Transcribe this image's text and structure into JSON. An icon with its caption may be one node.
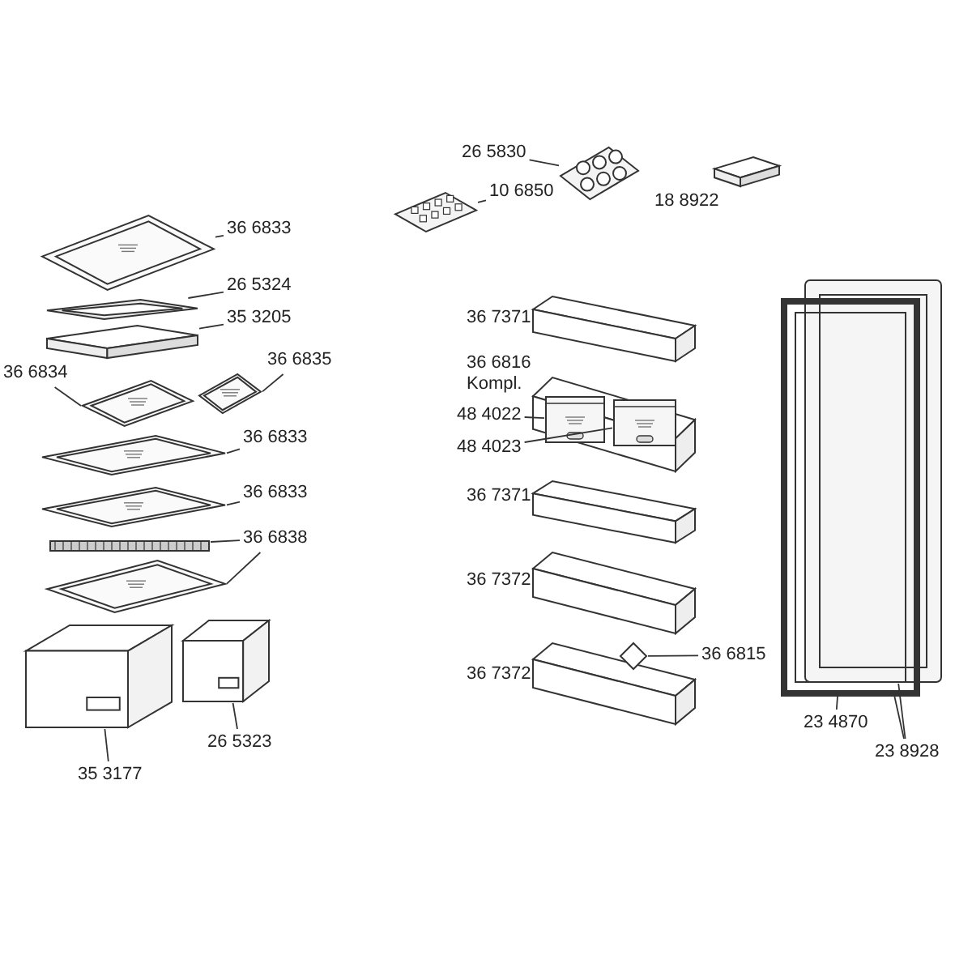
{
  "diagram": {
    "nodes": [
      {
        "text": [
          "36 6833"
        ]
      },
      {
        "text": [],
        "shape": "picture"
      },
      {
        "text": [
          "26 5324"
        ]
      },
      {
        "text": [],
        "shape": "picture"
      },
      {
        "text": [
          "35 3205"
        ]
      },
      {
        "text": [],
        "shape": "picture"
      },
      {
        "text": [
          "36 6834"
        ]
      },
      {
        "text": [],
        "shape": "picture"
      },
      {
        "text": [
          "36 6835"
        ]
      },
      {
        "text": [],
        "shape": "picture"
      },
      {
        "text": [
          "36 6833"
        ]
      },
      {
        "text": [],
        "shape": "picture"
      },
      {
        "text": [
          "36 6833"
        ]
      },
      {
        "text": [],
        "shape": "picture"
      },
      {
        "text": [
          "36 6838"
        ]
      },
      {
        "text": [],
        "shape": "picture"
      },
      {
        "text": [],
        "shape": "picture"
      },
      {
        "text": [],
        "shape": "picture"
      },
      {
        "text": [
          "26 5323"
        ]
      },
      {
        "text": [],
        "shape": "picture"
      },
      {
        "text": [
          "35 3177"
        ]
      },
      {
        "text": [
          "26 5830"
        ]
      },
      {
        "text": [],
        "shape": "picture"
      },
      {
        "text": [
          "10 6850"
        ]
      },
      {
        "text": [],
        "shape": "picture"
      },
      {
        "text": [
          "48 4022"
        ]
      },
      {
        "text": [
          "48 4023"
        ]
      },
      {
        "text": [],
        "shape": "picture"
      },
      {
        "text": [],
        "shape": "picture"
      },
      {
        "text": [
          "36 6815"
        ]
      },
      {
        "text": [],
        "shape": "picture"
      },
      {
        "text": [],
        "shape": "picture"
      },
      {
        "text": [],
        "shape": "picture"
      },
      {
        "text": [
          "23 4870"
        ]
      },
      {
        "text": [
          "23 8928"
        ]
      }
    ],
    "edges": [
      {
        "from": 0,
        "to": 1,
        "arrow": "none"
      },
      {
        "from": 2,
        "to": 3,
        "arrow": "none"
      },
      {
        "from": 4,
        "to": 5,
        "arrow": "none"
      },
      {
        "from": 6,
        "to": 7,
        "arrow": "none"
      },
      {
        "from": 8,
        "to": 9,
        "arrow": "none"
      },
      {
        "from": 10,
        "to": 11,
        "arrow": "none"
      },
      {
        "from": 12,
        "to": 13,
        "arrow": "none"
      },
      {
        "from": 14,
        "to": 15,
        "arrow": "none"
      },
      {
        "from": 14,
        "to": 16,
        "arrow": "none"
      },
      {
        "from": 18,
        "to": 17,
        "arrow": "none"
      },
      {
        "from": 20,
        "to": 19,
        "arrow": "none"
      },
      {
        "from": 21,
        "to": 22,
        "arrow": "none"
      },
      {
        "from": 23,
        "to": 24,
        "arrow": "none"
      },
      {
        "from": 25,
        "to": 27,
        "arrow": "none"
      },
      {
        "from": 26,
        "to": 28,
        "arrow": "none"
      },
      {
        "from": 29,
        "to": 30,
        "arrow": "none"
      },
      {
        "from": 33,
        "to": 32,
        "arrow": "none"
      },
      {
        "from": 34,
        "to": 32,
        "arrow": "none"
      },
      {
        "from": 34,
        "to": 31,
        "arrow": "none"
      }
    ],
    "labels": [
      "18 8922",
      "36 7371",
      "36 6816 Kompl.",
      "36 7371",
      "36 7372",
      "36 7372"
    ]
  }
}
